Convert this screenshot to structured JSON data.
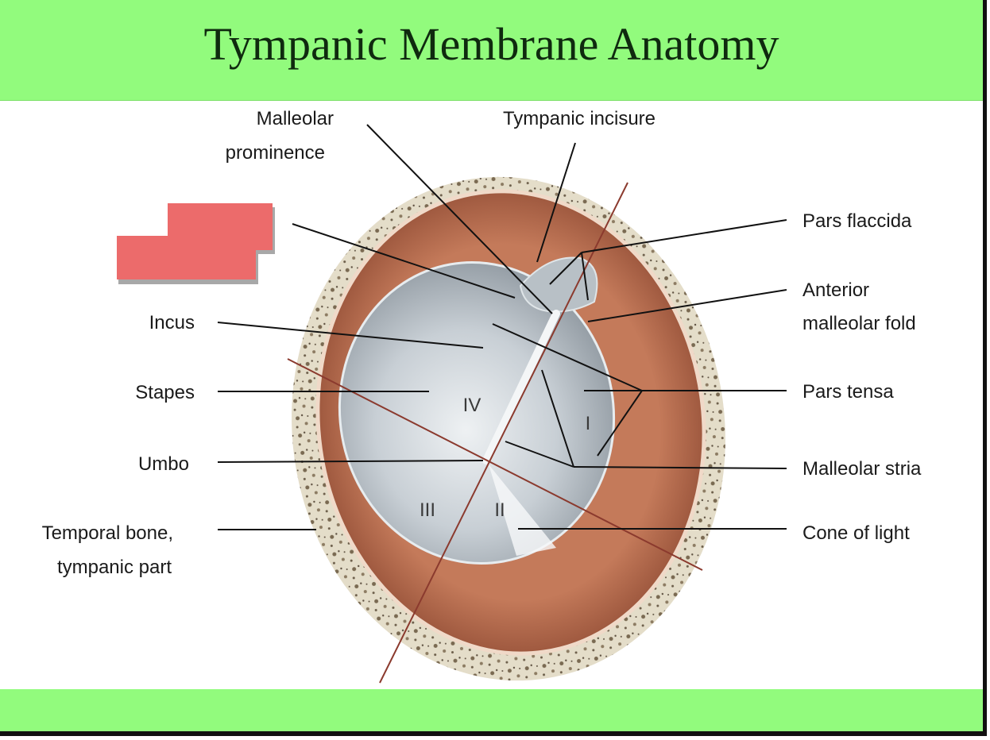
{
  "title": "Tympanic Membrane Anatomy",
  "labels": {
    "malleolar_prominence_1": "Malleolar",
    "malleolar_prominence_2": "prominence",
    "tympanic_incisure": "Tympanic incisure",
    "pars_flaccida": "Pars flaccida",
    "anterior_malleolar_fold_1": "Anterior",
    "anterior_malleolar_fold_2": "malleolar fold",
    "incus": "Incus",
    "stapes": "Stapes",
    "pars_tensa": "Pars tensa",
    "umbo": "Umbo",
    "malleolar_stria": "Malleolar stria",
    "temporal_bone_1": "Temporal bone,",
    "temporal_bone_2": "tympanic part",
    "cone_of_light": "Cone of light"
  },
  "quadrants": {
    "q1": "I",
    "q2": "II",
    "q3": "III",
    "q4": "IV"
  },
  "colors": {
    "header_green": "#92fb7d",
    "redaction": "#ec6b6b",
    "bone": "#e2dccb",
    "canal": "#b8684a",
    "membrane": "#c9d0d6",
    "quadrant_line": "#8b3a2e"
  }
}
